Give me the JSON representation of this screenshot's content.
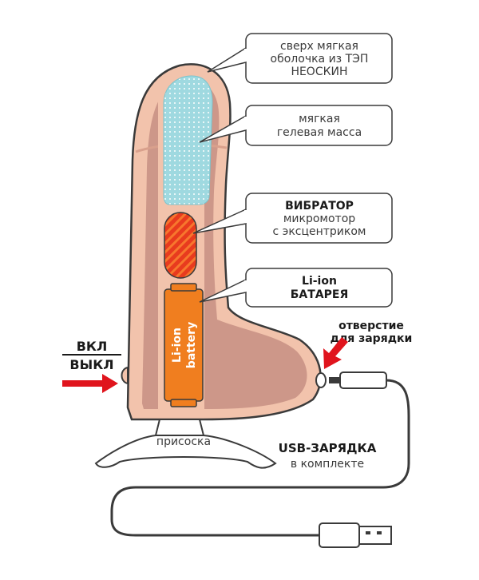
{
  "callouts": {
    "shell": {
      "line1": "сверх мягкая",
      "line2": "оболочка из ТЭП",
      "line3": "НЕОСКИН"
    },
    "gel": {
      "line1": "мягкая",
      "line2": "гелевая масса"
    },
    "vibrator": {
      "title": "ВИБРАТОР",
      "line1": "микромотор",
      "line2": "с эксцентриком"
    },
    "battery_label": {
      "line1": "Li-ion",
      "line2": "БАТАРЕЯ"
    }
  },
  "battery_text": {
    "line1": "Li-ion",
    "line2": "battery"
  },
  "switch": {
    "on": "ВКЛ",
    "off": "ВЫКЛ"
  },
  "charging_port": {
    "line1": "отверстие",
    "line2": "для зарядки"
  },
  "suction": {
    "label": "присоска"
  },
  "usb": {
    "title": "USB-ЗАРЯДКА",
    "subtitle": "в комплекте"
  },
  "colors": {
    "skin": "#f2c3ac",
    "skin_dark": "#d9a08c",
    "cavity": "#c78f83",
    "gel": "#9fd9e0",
    "motor": "#e83b1e",
    "battery": "#f07e1f",
    "arrow": "#e0141d",
    "outline": "#3a3a3a"
  }
}
